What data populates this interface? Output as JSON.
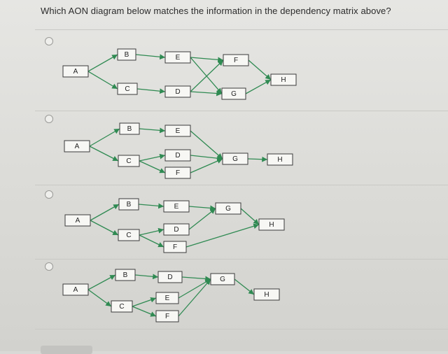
{
  "question": {
    "text": "Which AON diagram below matches the information in the dependency matrix above?"
  },
  "options": [
    {
      "id": "option-1",
      "nodes": {
        "A": {
          "label": "A"
        },
        "B": {
          "label": "B"
        },
        "C": {
          "label": "C"
        },
        "D": {
          "label": "D"
        },
        "E": {
          "label": "E"
        },
        "F": {
          "label": "F"
        },
        "G": {
          "label": "G"
        },
        "H": {
          "label": "H"
        }
      },
      "edges": [
        [
          "A",
          "B"
        ],
        [
          "A",
          "C"
        ],
        [
          "B",
          "E"
        ],
        [
          "E",
          "F"
        ],
        [
          "E",
          "G"
        ],
        [
          "C",
          "D"
        ],
        [
          "D",
          "F"
        ],
        [
          "D",
          "G"
        ],
        [
          "F",
          "H"
        ],
        [
          "G",
          "H"
        ]
      ]
    },
    {
      "id": "option-2",
      "nodes": {
        "A": {
          "label": "A"
        },
        "B": {
          "label": "B"
        },
        "C": {
          "label": "C"
        },
        "E": {
          "label": "E"
        },
        "D": {
          "label": "D"
        },
        "F": {
          "label": "F"
        },
        "G": {
          "label": "G"
        },
        "H": {
          "label": "H"
        }
      },
      "edges": [
        [
          "A",
          "B"
        ],
        [
          "A",
          "C"
        ],
        [
          "B",
          "E"
        ],
        [
          "C",
          "D"
        ],
        [
          "C",
          "F"
        ],
        [
          "E",
          "G"
        ],
        [
          "D",
          "G"
        ],
        [
          "F",
          "G"
        ],
        [
          "G",
          "H"
        ]
      ]
    },
    {
      "id": "option-3",
      "nodes": {
        "A": {
          "label": "A"
        },
        "B": {
          "label": "B"
        },
        "C": {
          "label": "C"
        },
        "E": {
          "label": "E"
        },
        "D": {
          "label": "D"
        },
        "F": {
          "label": "F"
        },
        "G": {
          "label": "G"
        },
        "H": {
          "label": "H"
        }
      },
      "edges": [
        [
          "A",
          "B"
        ],
        [
          "A",
          "C"
        ],
        [
          "B",
          "E"
        ],
        [
          "C",
          "D"
        ],
        [
          "C",
          "F"
        ],
        [
          "E",
          "G"
        ],
        [
          "D",
          "G"
        ],
        [
          "G",
          "H"
        ],
        [
          "F",
          "H"
        ]
      ]
    },
    {
      "id": "option-4",
      "nodes": {
        "A": {
          "label": "A"
        },
        "B": {
          "label": "B"
        },
        "C": {
          "label": "C"
        },
        "D": {
          "label": "D"
        },
        "E": {
          "label": "E"
        },
        "F": {
          "label": "F"
        },
        "G": {
          "label": "G"
        },
        "H": {
          "label": "H"
        }
      },
      "edges": [
        [
          "A",
          "B"
        ],
        [
          "A",
          "C"
        ],
        [
          "B",
          "D"
        ],
        [
          "C",
          "E"
        ],
        [
          "C",
          "F"
        ],
        [
          "D",
          "G"
        ],
        [
          "E",
          "G"
        ],
        [
          "F",
          "G"
        ],
        [
          "G",
          "H"
        ]
      ]
    }
  ]
}
